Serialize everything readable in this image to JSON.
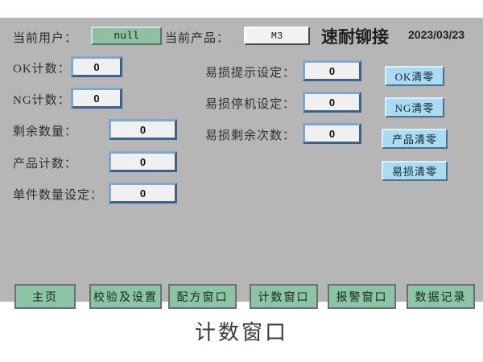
{
  "header": {
    "user_label": "当前用户：",
    "user_value": "null",
    "product_label": "当前产品：",
    "product_value": "M3",
    "brand_title": "速耐铆接",
    "date": "2023/03/23"
  },
  "left_fields": [
    {
      "label": "OK计数：",
      "value": "0"
    },
    {
      "label": "NG计数：",
      "value": "0"
    },
    {
      "label": "剩余数量：",
      "value": "0"
    },
    {
      "label": "产品计数：",
      "value": "0"
    },
    {
      "label": "单件数量设定：",
      "value": "0"
    }
  ],
  "middle_fields": [
    {
      "label": "易损提示设定：",
      "value": "0"
    },
    {
      "label": "易损停机设定：",
      "value": "0"
    },
    {
      "label": "易损剩余次数：",
      "value": "0"
    }
  ],
  "clear_buttons": [
    {
      "label": "OK清零"
    },
    {
      "label": "NG清零"
    },
    {
      "label": "产品清零"
    },
    {
      "label": "易损清零"
    }
  ],
  "nav_buttons": [
    {
      "label": "主页"
    },
    {
      "label": "校验及设置"
    },
    {
      "label": "配方窗口"
    },
    {
      "label": "计数窗口"
    },
    {
      "label": "报警窗口"
    },
    {
      "label": "数据记录"
    }
  ],
  "caption": "计数窗口",
  "colors": {
    "panel_bg": "#b6b6b6",
    "page_bg": "#ffffff",
    "user_field_green": "#8fc0a4",
    "clear_button_blue": "#a9dcf2",
    "nav_button_green": "#8cc4a6",
    "input_frame_blue": "#3a628d"
  }
}
